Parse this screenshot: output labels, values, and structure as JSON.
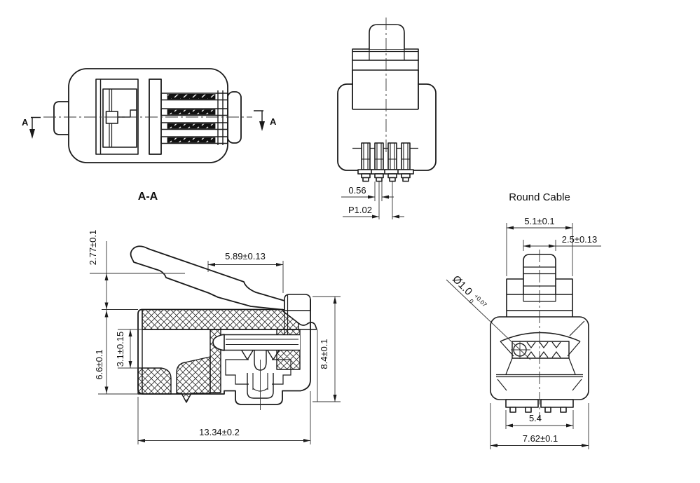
{
  "drawing": {
    "background": "#ffffff",
    "line_color": "#1a1a1a",
    "labels": {
      "section_marker_left": "A",
      "section_marker_right": "A",
      "section_name": "A-A",
      "rear_title": "Round Cable"
    },
    "dims": {
      "pin_width": "0.56",
      "pin_pitch": "P1.02",
      "latch_free_height": "2.77±0.1",
      "latch_length": "5.89±0.13",
      "body_height": "6.6±0.1",
      "cable_hole_height": "3.1±0.15",
      "overall_height": "8.4±0.1",
      "overall_length": "13.34±0.2",
      "shoulder_width": "5.1±0.1",
      "latch_width": "2.5±0.13",
      "conductor_dia": "Ø1.0",
      "conductor_dia_tol_upper": "+0.07",
      "conductor_dia_tol_lower": "0",
      "contact_span": "5.4",
      "body_width": "7.62±0.1"
    }
  }
}
